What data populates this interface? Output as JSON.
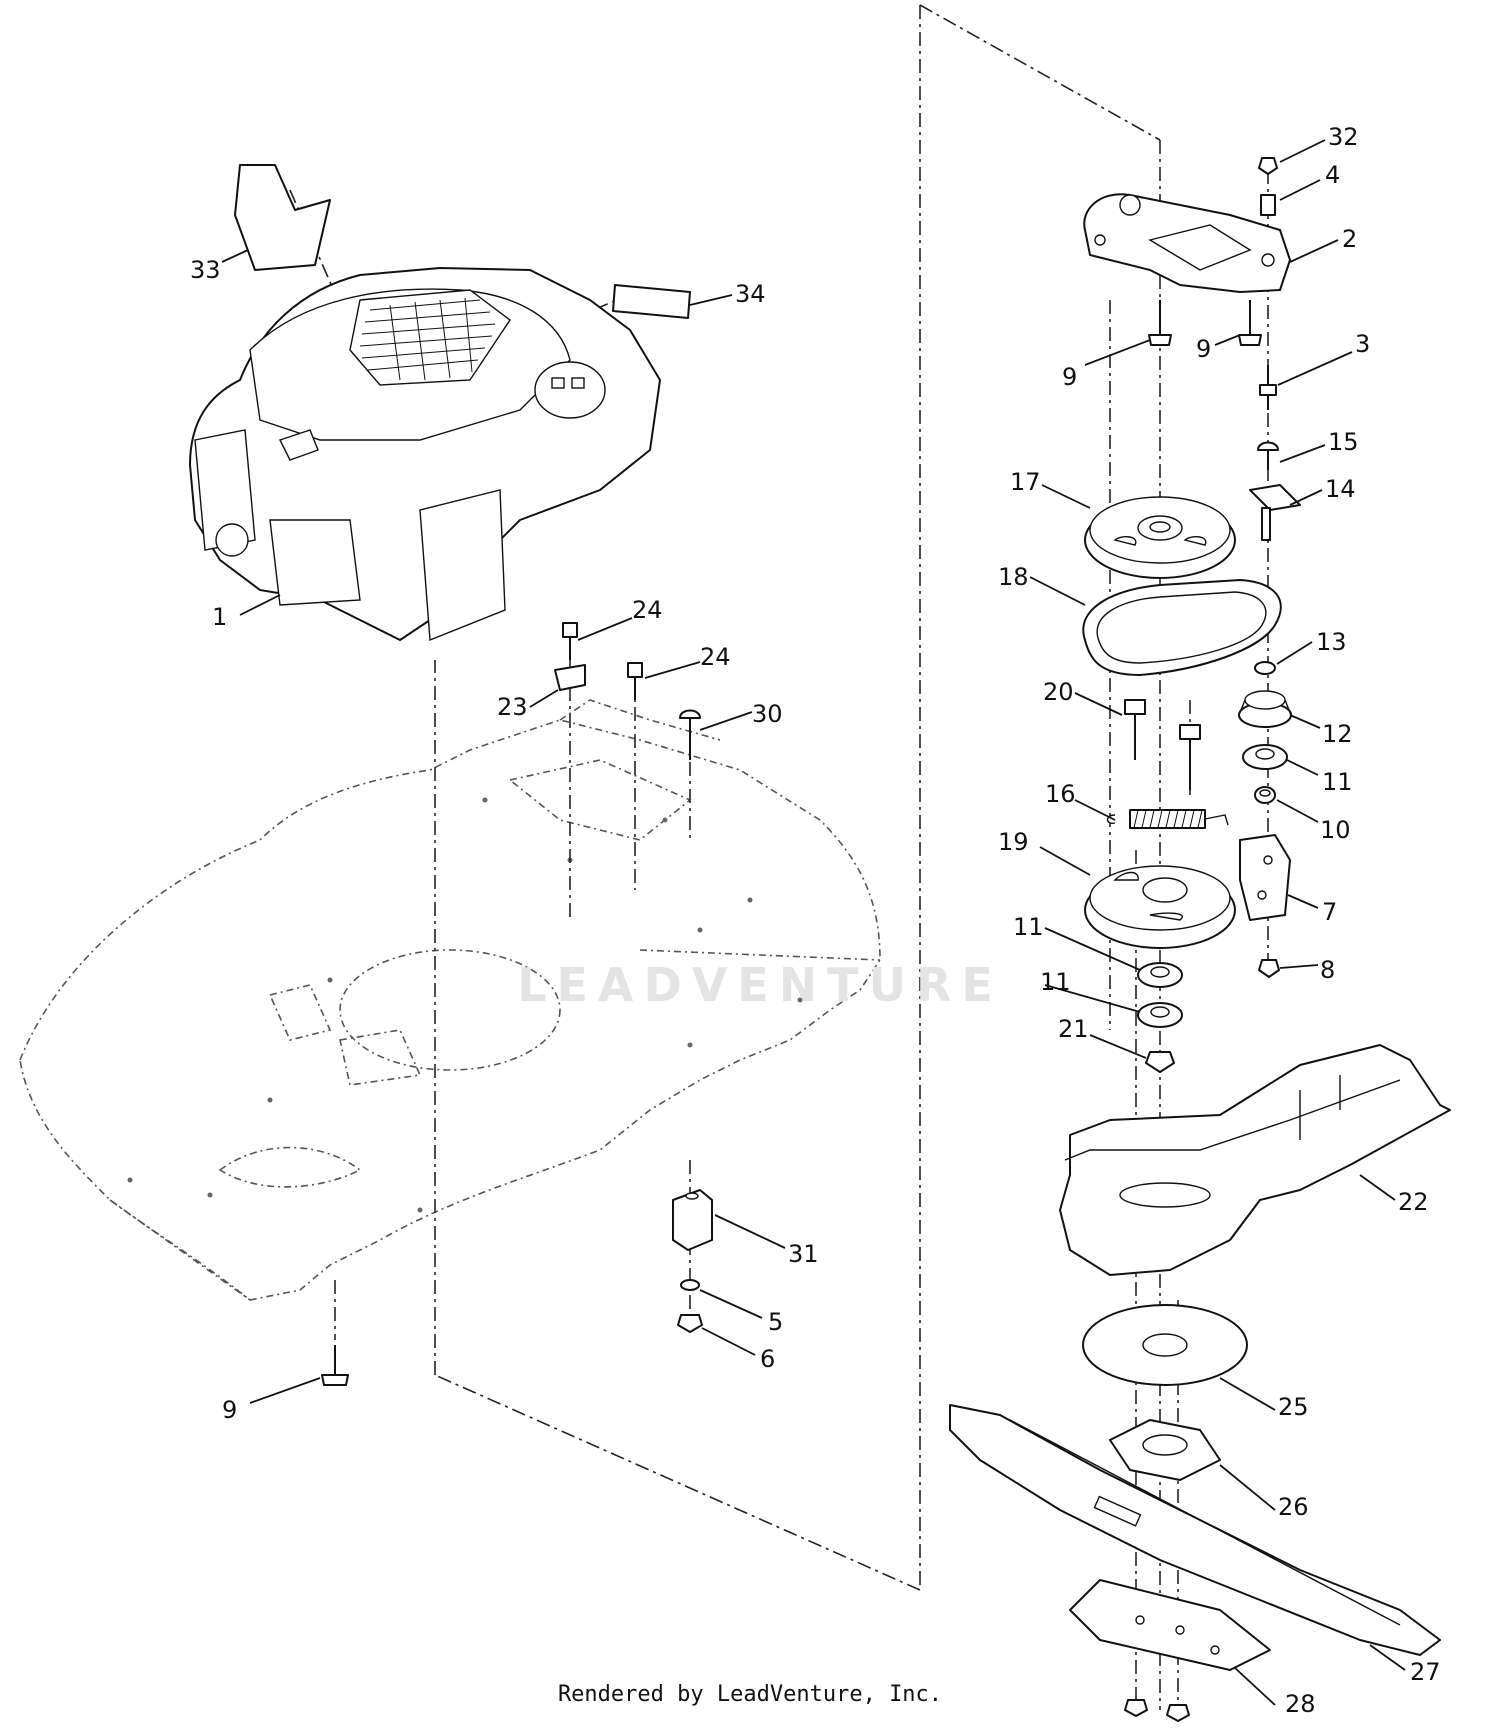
{
  "credit": "Rendered by LeadVenture, Inc.",
  "watermark": "LEADVENTURE",
  "callouts": [
    {
      "id": "33",
      "label": "33"
    },
    {
      "id": "34",
      "label": "34"
    },
    {
      "id": "1",
      "label": "1"
    },
    {
      "id": "24a",
      "label": "24"
    },
    {
      "id": "24b",
      "label": "24"
    },
    {
      "id": "23",
      "label": "23"
    },
    {
      "id": "30",
      "label": "30"
    },
    {
      "id": "31",
      "label": "31"
    },
    {
      "id": "5",
      "label": "5"
    },
    {
      "id": "6",
      "label": "6"
    },
    {
      "id": "9c",
      "label": "9"
    },
    {
      "id": "32",
      "label": "32"
    },
    {
      "id": "4",
      "label": "4"
    },
    {
      "id": "2",
      "label": "2"
    },
    {
      "id": "9a",
      "label": "9"
    },
    {
      "id": "9b",
      "label": "9"
    },
    {
      "id": "3",
      "label": "3"
    },
    {
      "id": "15",
      "label": "15"
    },
    {
      "id": "17",
      "label": "17"
    },
    {
      "id": "14",
      "label": "14"
    },
    {
      "id": "18",
      "label": "18"
    },
    {
      "id": "13",
      "label": "13"
    },
    {
      "id": "20",
      "label": "20"
    },
    {
      "id": "12",
      "label": "12"
    },
    {
      "id": "11a",
      "label": "11"
    },
    {
      "id": "16",
      "label": "16"
    },
    {
      "id": "10",
      "label": "10"
    },
    {
      "id": "19",
      "label": "19"
    },
    {
      "id": "7",
      "label": "7"
    },
    {
      "id": "11b",
      "label": "11"
    },
    {
      "id": "8",
      "label": "8"
    },
    {
      "id": "11c",
      "label": "11"
    },
    {
      "id": "21",
      "label": "21"
    },
    {
      "id": "22",
      "label": "22"
    },
    {
      "id": "25",
      "label": "25"
    },
    {
      "id": "26",
      "label": "26"
    },
    {
      "id": "27",
      "label": "27"
    },
    {
      "id": "28",
      "label": "28"
    }
  ]
}
